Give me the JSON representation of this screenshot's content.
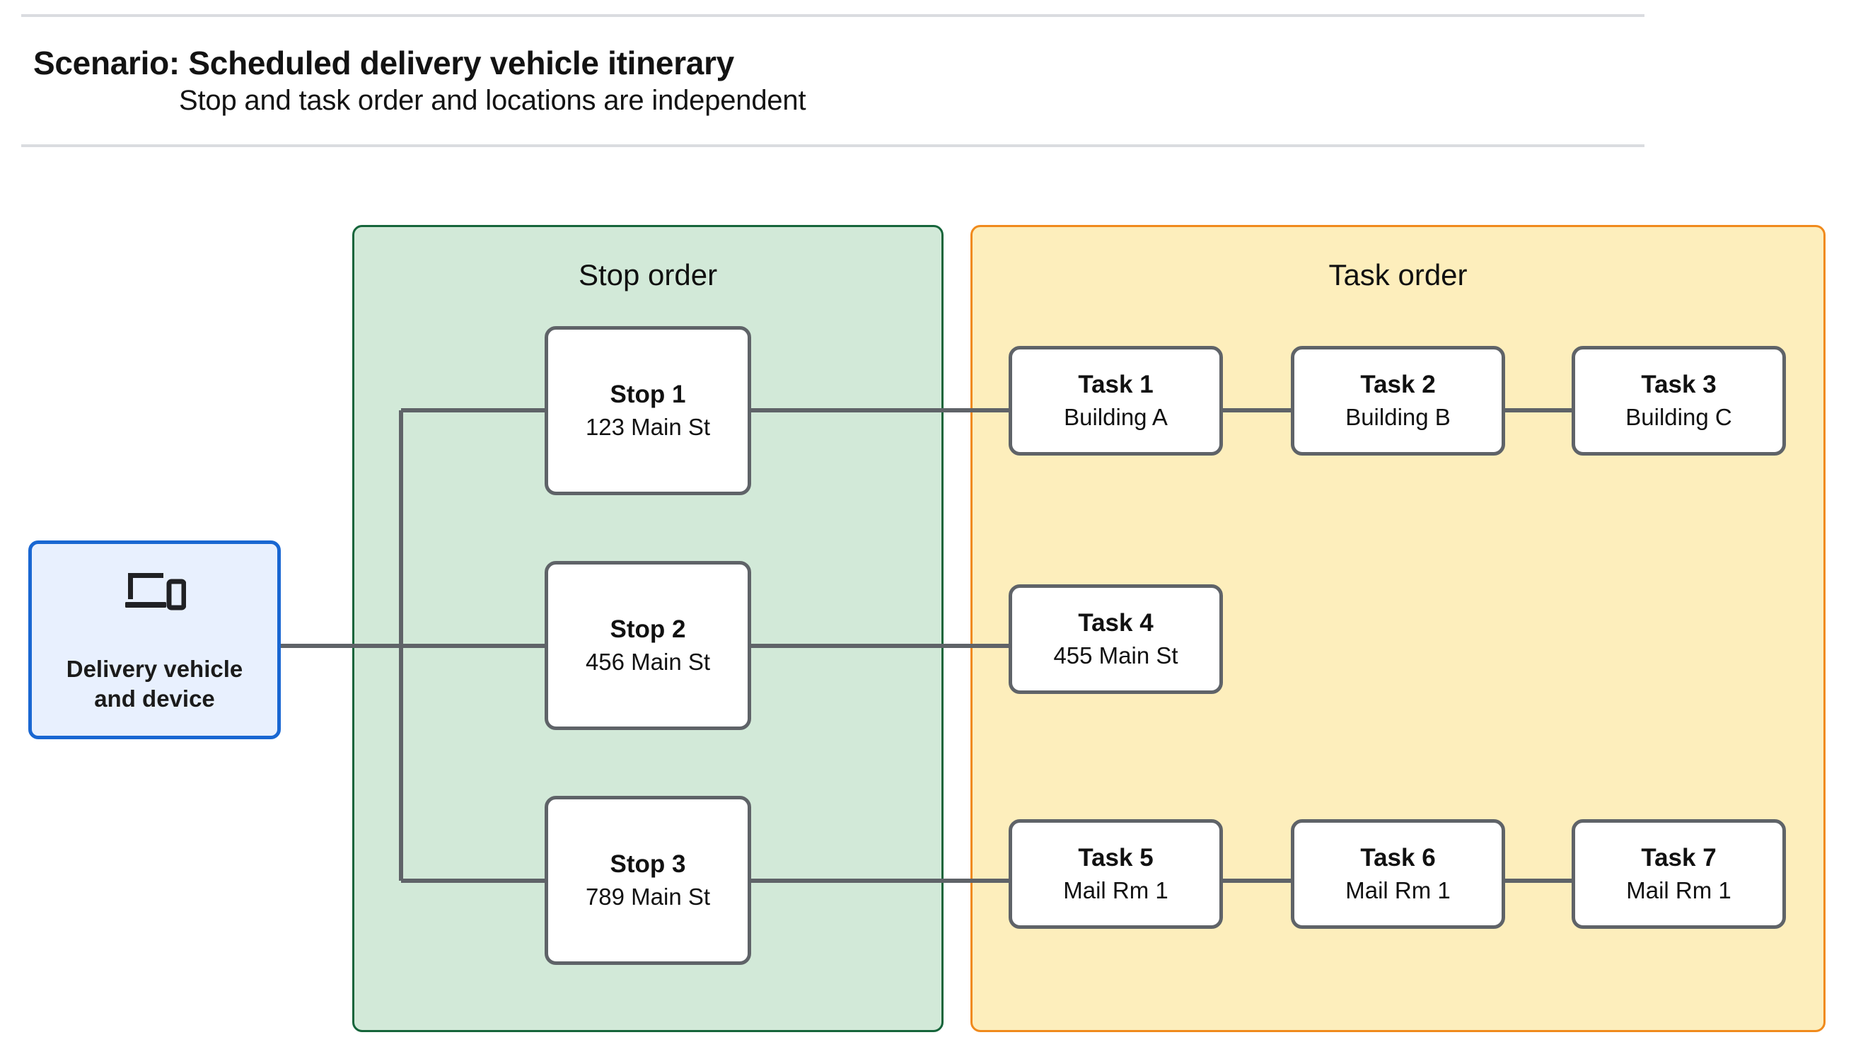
{
  "header": {
    "title": "Scenario: Scheduled delivery vehicle itinerary",
    "subtitle": "Stop and task order and locations are independent"
  },
  "vehicle": {
    "label": "Delivery vehicle\nand device",
    "icon": "laptop-and-phone-icon",
    "border_color": "#1967d2",
    "fill_color": "#e8f0fe"
  },
  "panels": {
    "stop": {
      "title": "Stop order",
      "fill_color": "#d2e9d8",
      "border_color": "#16653b"
    },
    "task": {
      "title": "Task order",
      "fill_color": "#fdeebc",
      "border_color": "#f08a1c"
    }
  },
  "stops": [
    {
      "title": "Stop 1",
      "location": "123 Main St"
    },
    {
      "title": "Stop 2",
      "location": "456 Main St"
    },
    {
      "title": "Stop 3",
      "location": "789 Main St"
    }
  ],
  "task_rows": [
    {
      "tasks": [
        {
          "title": "Task 1",
          "location": "Building A"
        },
        {
          "title": "Task 2",
          "location": "Building B"
        },
        {
          "title": "Task 3",
          "location": "Building C"
        }
      ]
    },
    {
      "tasks": [
        {
          "title": "Task 4",
          "location": "455 Main St"
        }
      ]
    },
    {
      "tasks": [
        {
          "title": "Task 5",
          "location": "Mail Rm 1"
        },
        {
          "title": "Task 6",
          "location": "Mail Rm 1"
        },
        {
          "title": "Task 7",
          "location": "Mail Rm 1"
        }
      ]
    }
  ],
  "connector_color": "#5f6368",
  "rule_color": "#dadce0"
}
